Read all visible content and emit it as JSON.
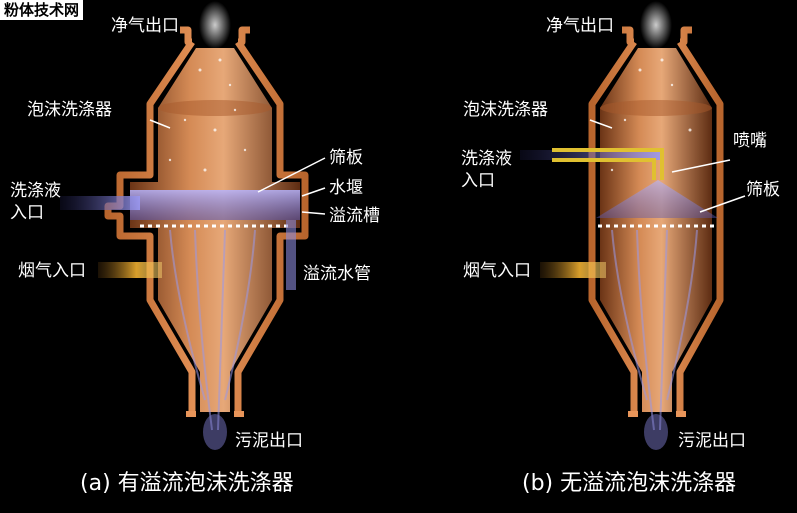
{
  "watermark": "粉体技术网",
  "diagram_a": {
    "caption": "(a) 有溢流泡沫洗涤器",
    "labels": {
      "clean_gas_outlet": "净气出口",
      "foam_scrubber": "泡沫洗涤器",
      "sieve_plate": "筛板",
      "wash_liquid_line1": "洗涤液",
      "wash_liquid_line2": "入口",
      "weir": "水堰",
      "overflow_trough": "溢流槽",
      "flue_gas_inlet": "烟气入口",
      "overflow_pipe": "溢流水管",
      "sludge_outlet": "污泥出口"
    }
  },
  "diagram_b": {
    "caption": "(b) 无溢流泡沫洗涤器",
    "labels": {
      "clean_gas_outlet": "净气出口",
      "foam_scrubber": "泡沫洗涤器",
      "wash_liquid_line1": "洗涤液",
      "wash_liquid_line2": "入口",
      "nozzle": "喷嘴",
      "sieve_plate": "筛板",
      "flue_gas_inlet": "烟气入口",
      "sludge_outlet": "污泥出口"
    }
  },
  "colors": {
    "background": "#000000",
    "shell": "#c8743c",
    "shell_light": "#e8a070",
    "foam": "#8a88d8",
    "nozzle": "#e0c030",
    "gas": "#e0a020",
    "text": "#ffffff"
  }
}
